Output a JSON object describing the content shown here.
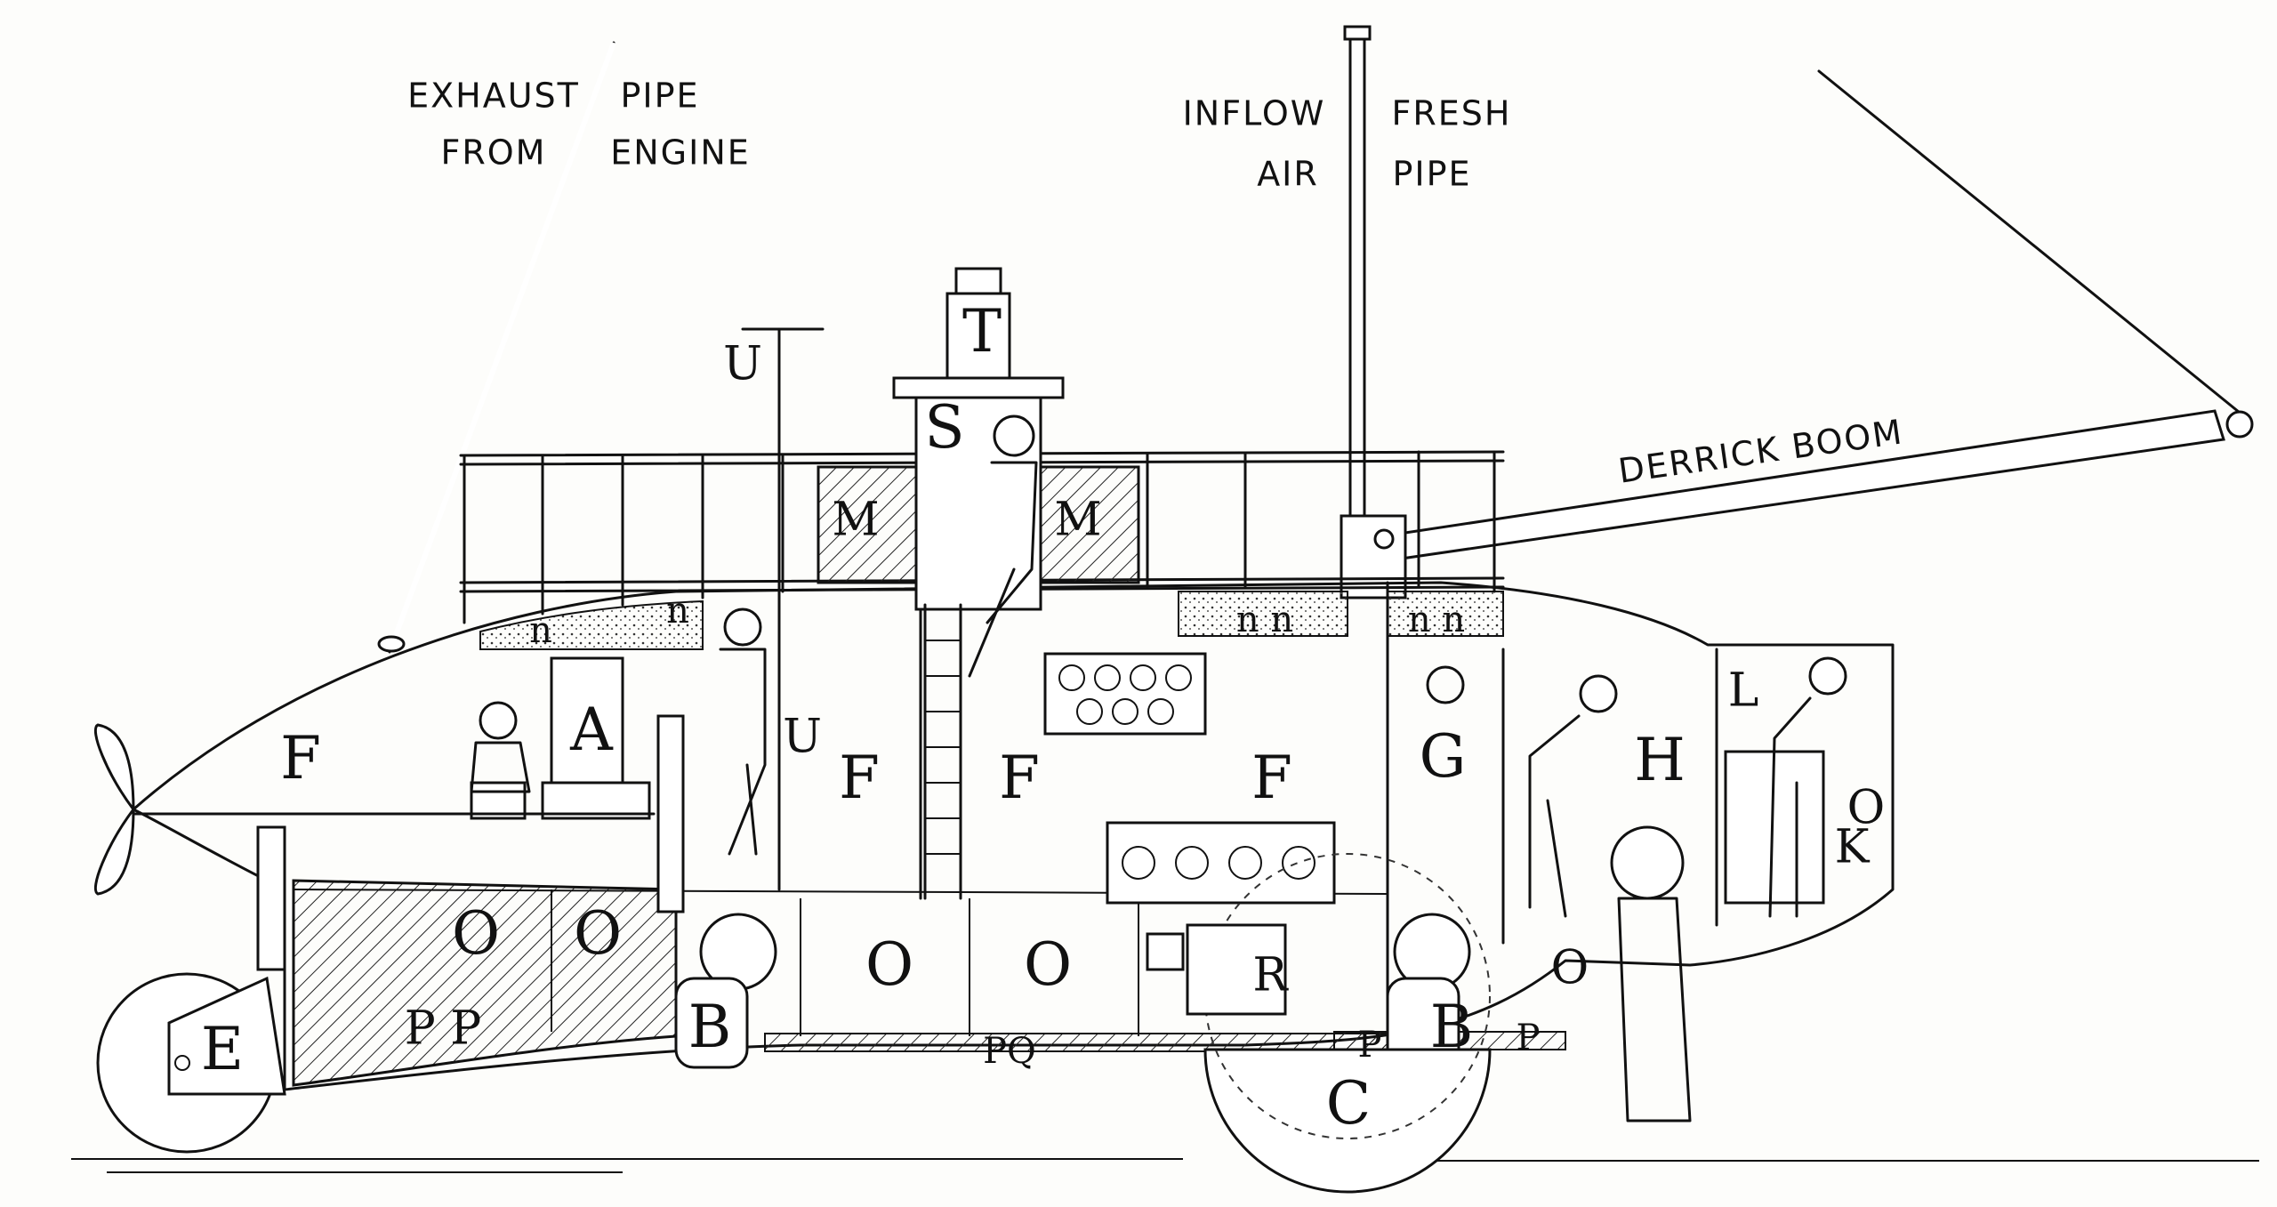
{
  "captions": {
    "exhaust_line1_a": "EXHAUST",
    "exhaust_line1_b": "PIPE",
    "exhaust_line2_a": "FROM",
    "exhaust_line2_b": "ENGINE",
    "inflow_line1_a": "INFLOW",
    "inflow_line1_b": "FRESH",
    "inflow_line2_a": "AIR",
    "inflow_line2_b": "PIPE",
    "derrick_boom": "DERRICK BOOM"
  },
  "letters": {
    "T": "T",
    "U_top": "U",
    "S": "S",
    "M_left": "M",
    "M_right": "M",
    "n_aft_1": "n",
    "n_aft_2": "n",
    "nn_mid": "n n",
    "nn_fwd": "n n",
    "F_aft": "F",
    "A": "A",
    "U_low": "U",
    "F_2": "F",
    "F_3": "F",
    "F_4": "F",
    "G": "G",
    "H": "H",
    "L": "L",
    "O_K": "O",
    "K": "K",
    "O_1": "O",
    "O_2": "O",
    "O_3": "O",
    "O_4": "O",
    "O_fwd": "O",
    "R": "R",
    "PP": "P P",
    "B_aft": "B",
    "PQ": "PQ",
    "P_fwd_1": "P",
    "B_fwd": "B",
    "P_fwd_2": "P",
    "E": "E",
    "C": "C"
  }
}
